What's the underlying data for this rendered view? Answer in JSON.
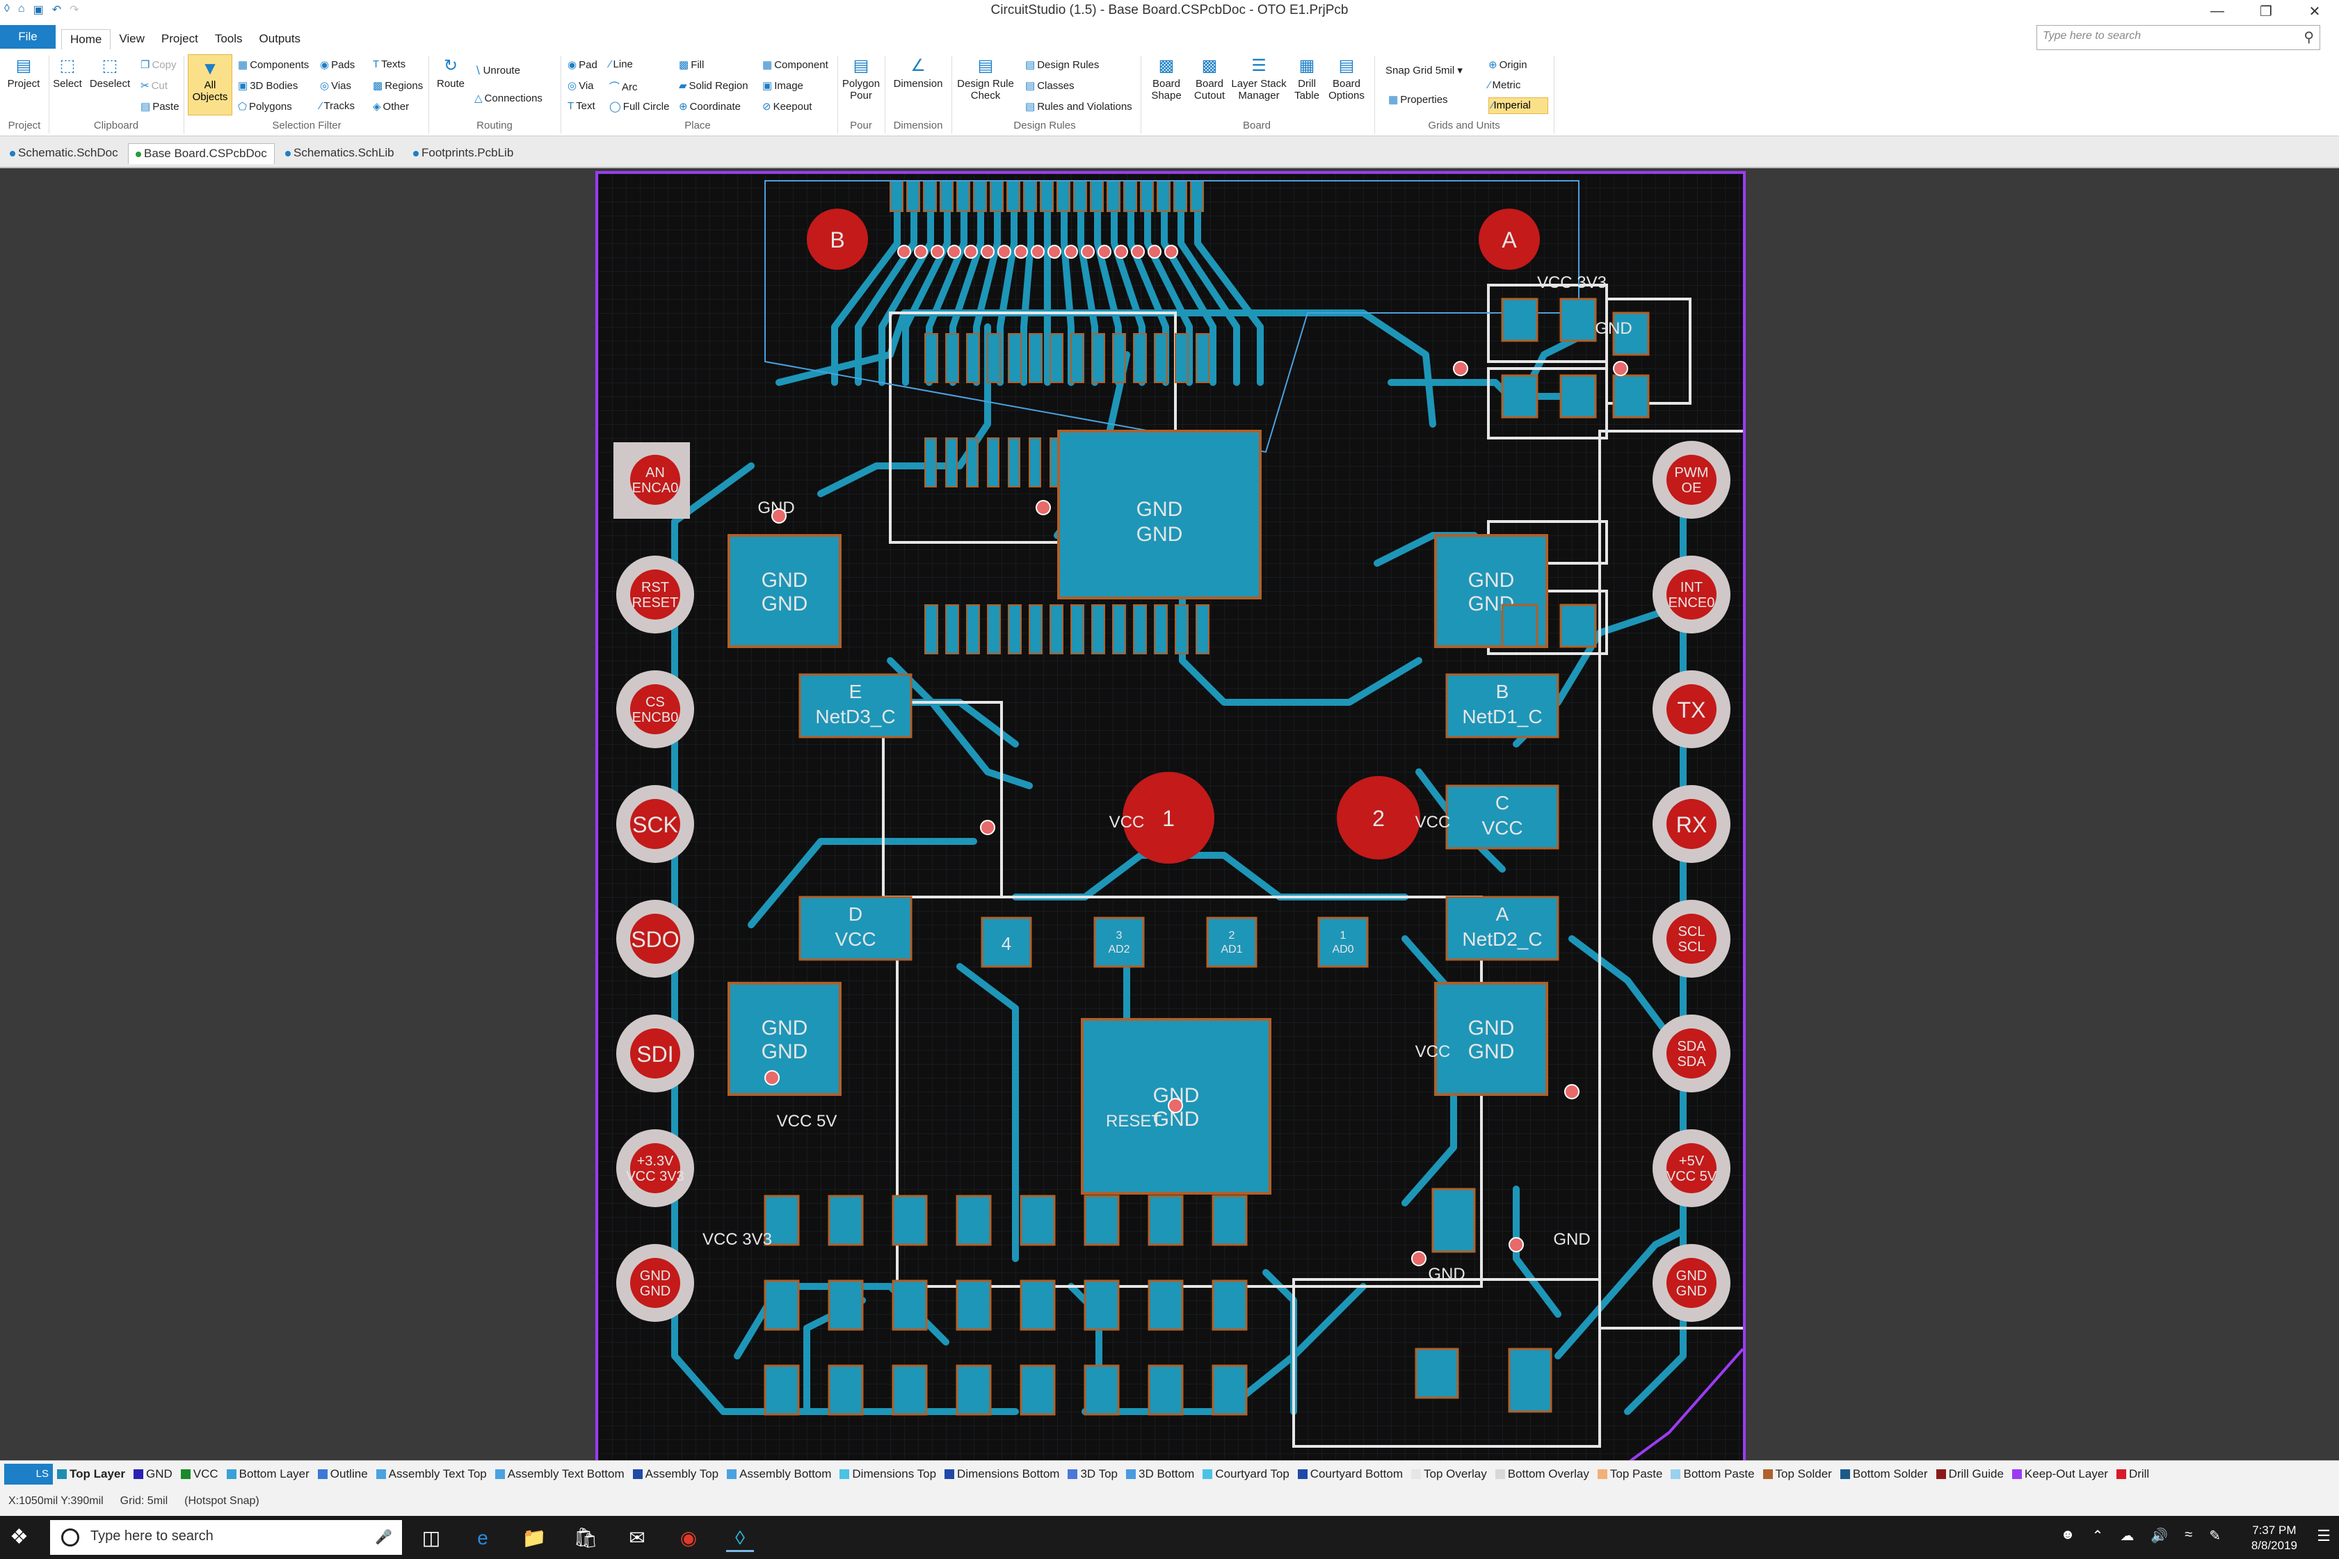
{
  "app": {
    "title": "CircuitStudio (1.5) - Base Board.CSPcbDoc - OTO E1.PrjPcb"
  },
  "menu": {
    "file": "File",
    "tabs": [
      "Home",
      "View",
      "Project",
      "Tools",
      "Outputs"
    ]
  },
  "search": {
    "placeholder": "Type here to search"
  },
  "ribbon": {
    "project": {
      "label": "Project",
      "group": "Project"
    },
    "clipboard": {
      "select": "Select",
      "deselect": "Deselect",
      "copy": "Copy",
      "cut": "Cut",
      "paste": "Paste",
      "group": "Clipboard"
    },
    "selection": {
      "all_objects": "All Objects",
      "components": "Components",
      "bodies": "3D Bodies",
      "polygons": "Polygons",
      "pads": "Pads",
      "vias": "Vias",
      "tracks": "Tracks",
      "texts": "Texts",
      "regions": "Regions",
      "other": "Other",
      "group": "Selection Filter"
    },
    "routing": {
      "route": "Route",
      "unroute": "Unroute",
      "connections": "Connections",
      "group": "Routing"
    },
    "place": {
      "pad": "Pad",
      "via": "Via",
      "text": "Text",
      "line": "Line",
      "arc": "Arc",
      "full_circle": "Full Circle",
      "fill": "Fill",
      "solid_region": "Solid Region",
      "coordinate": "Coordinate",
      "component": "Component",
      "image": "Image",
      "keepout": "Keepout",
      "group": "Place"
    },
    "pour": {
      "polygon_pour": "Polygon Pour",
      "group": "Pour"
    },
    "dimension": {
      "label": "Dimension",
      "group": "Dimension"
    },
    "design_rules": {
      "check": "Design Rule Check",
      "rules": "Design Rules",
      "classes": "Classes",
      "violations": "Rules and Violations",
      "group": "Design Rules"
    },
    "board": {
      "shape": "Board Shape",
      "cutout": "Board Cutout",
      "layer_stack": "Layer Stack Manager",
      "drill_table": "Drill Table",
      "options": "Board Options",
      "group": "Board"
    },
    "grids": {
      "snap": "Snap Grid",
      "snap_value": "5mil",
      "properties": "Properties",
      "origin": "Origin",
      "metric": "Metric",
      "imperial": "Imperial",
      "group": "Grids and Units"
    }
  },
  "doc_tabs": [
    "Schematic.SchDoc",
    "Base Board.CSPcbDoc",
    "Schematics.SchLib",
    "Footprints.PcbLib"
  ],
  "pcb": {
    "markers": [
      "B",
      "A",
      "1",
      "2"
    ],
    "left_pads": [
      {
        "l1": "AN",
        "l2": "ENCA0"
      },
      {
        "l1": "RST",
        "l2": "RESET"
      },
      {
        "l1": "CS",
        "l2": "ENCB0"
      },
      {
        "l1": "SCK",
        "l2": ""
      },
      {
        "l1": "SDO",
        "l2": ""
      },
      {
        "l1": "SDI",
        "l2": ""
      },
      {
        "l1": "+3.3V",
        "l2": "VCC 3V3"
      },
      {
        "l1": "GND",
        "l2": "GND"
      }
    ],
    "right_pads": [
      {
        "l1": "PWM",
        "l2": "OE"
      },
      {
        "l1": "INT",
        "l2": "ENCE0"
      },
      {
        "l1": "TX",
        "l2": ""
      },
      {
        "l1": "RX",
        "l2": ""
      },
      {
        "l1": "SCL",
        "l2": "SCL"
      },
      {
        "l1": "SDA",
        "l2": "SDA"
      },
      {
        "l1": "+5V",
        "l2": "VCC 5V"
      },
      {
        "l1": "GND",
        "l2": "GND"
      }
    ],
    "big_pads": [
      {
        "l1": "GND",
        "l2": "GND"
      },
      {
        "l1": "GND",
        "l2": "GND"
      },
      {
        "l1": "GND",
        "l2": "GND"
      },
      {
        "l1": "GND",
        "l2": "GND"
      },
      {
        "l1": "GND",
        "l2": "GND"
      },
      {
        "l1": "GND",
        "l2": "GND"
      }
    ],
    "labeled_pads": [
      {
        "l1": "E",
        "l2": "NetD3_C"
      },
      {
        "l1": "B",
        "l2": "NetD1_C"
      },
      {
        "l1": "C",
        "l2": "VCC"
      },
      {
        "l1": "D",
        "l2": "VCC"
      },
      {
        "l1": "A",
        "l2": "NetD2_C"
      }
    ],
    "small_pads": [
      "4",
      "3\nAD2",
      "2\nAD1",
      "1\nAD0"
    ],
    "net_labels": [
      "GND",
      "VCC",
      "VCC 3V3",
      "RESET",
      "GND",
      "GND",
      "VCC",
      "VCC 5V",
      "VCC 3V3",
      "GND",
      "VCC"
    ]
  },
  "layers": {
    "current": "Top Layer",
    "ls": "LS",
    "items": [
      {
        "name": "Top Layer",
        "color": "#1c8fb0"
      },
      {
        "name": "GND",
        "color": "#2a22b3"
      },
      {
        "name": "VCC",
        "color": "#1a8a2a"
      },
      {
        "name": "Bottom Layer",
        "color": "#3aa0d8"
      },
      {
        "name": "Outline",
        "color": "#3b78d8"
      },
      {
        "name": "Assembly Text Top",
        "color": "#4aa2e0"
      },
      {
        "name": "Assembly Text Bottom",
        "color": "#4aa2e0"
      },
      {
        "name": "Assembly Top",
        "color": "#1f4aa8"
      },
      {
        "name": "Assembly Bottom",
        "color": "#4aa2e0"
      },
      {
        "name": "Dimensions Top",
        "color": "#4ac2e6"
      },
      {
        "name": "Dimensions Bottom",
        "color": "#1f4aa8"
      },
      {
        "name": "3D Top",
        "color": "#4a78d8"
      },
      {
        "name": "3D Bottom",
        "color": "#4a9ae0"
      },
      {
        "name": "Courtyard Top",
        "color": "#4ac2e6"
      },
      {
        "name": "Courtyard Bottom",
        "color": "#1f4aa8"
      },
      {
        "name": "Top Overlay",
        "color": "#e6e6e6"
      },
      {
        "name": "Bottom Overlay",
        "color": "#d8d8d8"
      },
      {
        "name": "Top Paste",
        "color": "#f2b078"
      },
      {
        "name": "Bottom Paste",
        "color": "#9ad0f0"
      },
      {
        "name": "Top Solder",
        "color": "#b0602a"
      },
      {
        "name": "Bottom Solder",
        "color": "#1c5a8a"
      },
      {
        "name": "Drill Guide",
        "color": "#8a1a1a"
      },
      {
        "name": "Keep-Out Layer",
        "color": "#9b3cf2"
      },
      {
        "name": "Drill",
        "color": "#d81a2a"
      }
    ]
  },
  "status": {
    "coords": "X:1050mil Y:390mil",
    "grid": "Grid: 5mil",
    "snap": "(Hotspot Snap)"
  },
  "taskbar": {
    "search": "Type here to search",
    "time": "7:37 PM",
    "date": "8/8/2019"
  }
}
